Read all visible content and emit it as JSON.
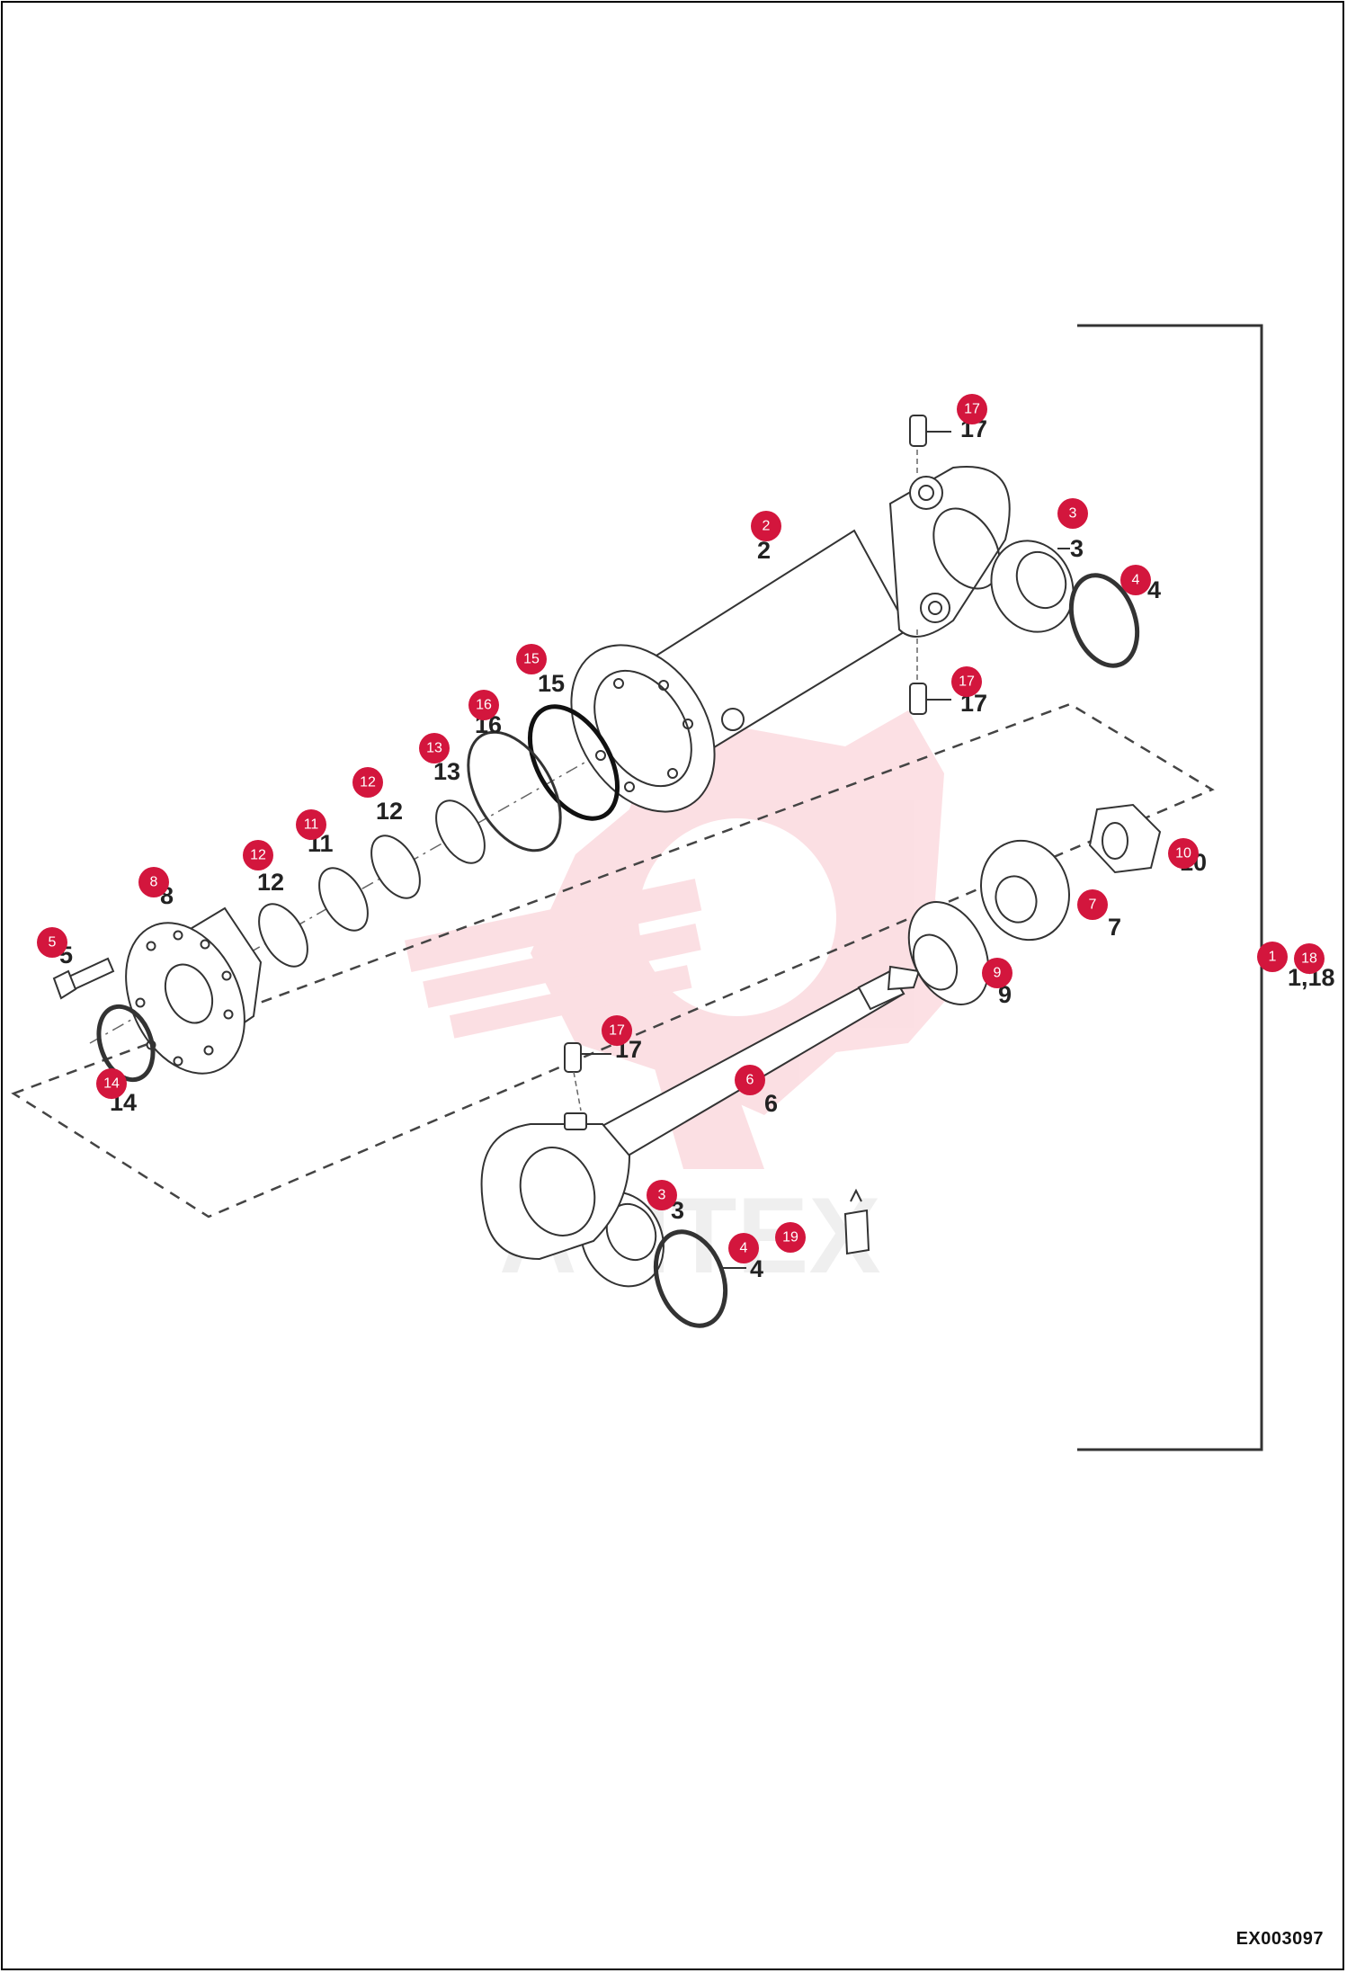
{
  "diagram_code": "EX003097",
  "watermark": {
    "text": "AVITEX",
    "color": "#e8112d"
  },
  "callout_color": "#d3163d",
  "callouts": [
    {
      "id": "c1",
      "number": "1"
    },
    {
      "id": "c18",
      "number": "18"
    },
    {
      "id": "c2",
      "number": "2"
    },
    {
      "id": "c3a",
      "number": "3"
    },
    {
      "id": "c3b",
      "number": "3"
    },
    {
      "id": "c4a",
      "number": "4"
    },
    {
      "id": "c4b",
      "number": "4"
    },
    {
      "id": "c5",
      "number": "5"
    },
    {
      "id": "c6",
      "number": "6"
    },
    {
      "id": "c7",
      "number": "7"
    },
    {
      "id": "c8",
      "number": "8"
    },
    {
      "id": "c9",
      "number": "9"
    },
    {
      "id": "c10",
      "number": "10"
    },
    {
      "id": "c11",
      "number": "11"
    },
    {
      "id": "c12a",
      "number": "12"
    },
    {
      "id": "c12b",
      "number": "12"
    },
    {
      "id": "c13",
      "number": "13"
    },
    {
      "id": "c14",
      "number": "14"
    },
    {
      "id": "c15",
      "number": "15"
    },
    {
      "id": "c16",
      "number": "16"
    },
    {
      "id": "c17a",
      "number": "17"
    },
    {
      "id": "c17b",
      "number": "17"
    },
    {
      "id": "c17c",
      "number": "17"
    },
    {
      "id": "c19",
      "number": "19"
    }
  ],
  "part_labels": {
    "p2": "2",
    "p3a": "3",
    "p3b": "3",
    "p4a": "4",
    "p4b": "4",
    "p5": "5",
    "p6": "6",
    "p7": "7",
    "p8": "8",
    "p9": "9",
    "p10": "10",
    "p11": "11",
    "p12a": "12",
    "p12b": "12",
    "p13": "13",
    "p14": "14",
    "p15": "15",
    "p16": "16",
    "p17a": "17",
    "p17b": "17",
    "p17c": "17",
    "p18": "1,18"
  }
}
